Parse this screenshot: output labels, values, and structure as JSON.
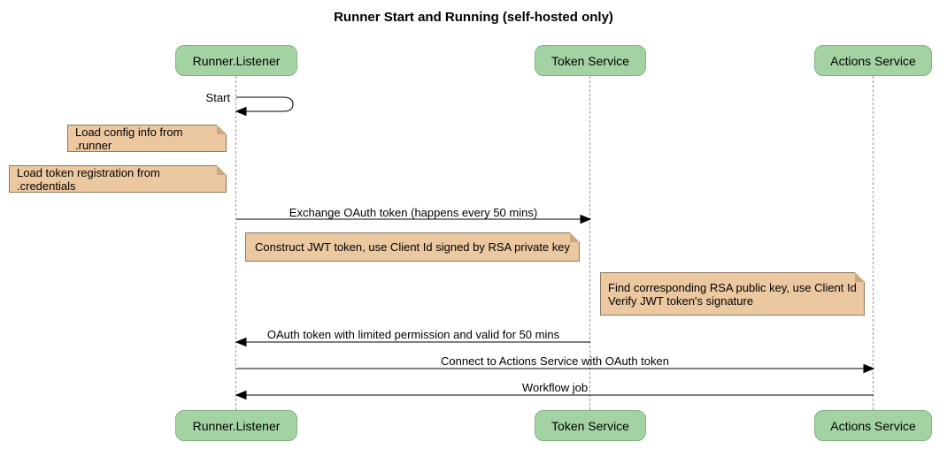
{
  "title": "Runner Start and Running (self-hosted only)",
  "participants": [
    {
      "name": "Runner.Listener"
    },
    {
      "name": "Token Service"
    },
    {
      "name": "Actions Service"
    }
  ],
  "messages": [
    {
      "label": "Start",
      "from": "Runner.Listener",
      "to": "Runner.Listener",
      "type": "self"
    },
    {
      "label": "Exchange OAuth token (happens every 50 mins)",
      "from": "Runner.Listener",
      "to": "Token Service"
    },
    {
      "label": "OAuth token with limited permission and valid for 50 mins",
      "from": "Token Service",
      "to": "Runner.Listener"
    },
    {
      "label": "Connect to Actions Service with OAuth token",
      "from": "Runner.Listener",
      "to": "Actions Service"
    },
    {
      "label": "Workflow job",
      "from": "Actions Service",
      "to": "Runner.Listener"
    }
  ],
  "notes": [
    {
      "text": "Load config info from .runner"
    },
    {
      "text": "Load token registration from .credentials"
    },
    {
      "text": "Construct JWT token, use Client Id signed by RSA private key"
    },
    {
      "text": "Find corresponding RSA public key, use Client Id\nVerify JWT token's signature"
    }
  ],
  "colors": {
    "participant_fill": "#a3d3a3",
    "participant_border": "#82b182",
    "note_fill": "#ebc8a0",
    "note_border": "#8b7961",
    "note_fold": "#c9a87e",
    "lifeline_color": "#999999",
    "arrow_color": "#000000"
  }
}
